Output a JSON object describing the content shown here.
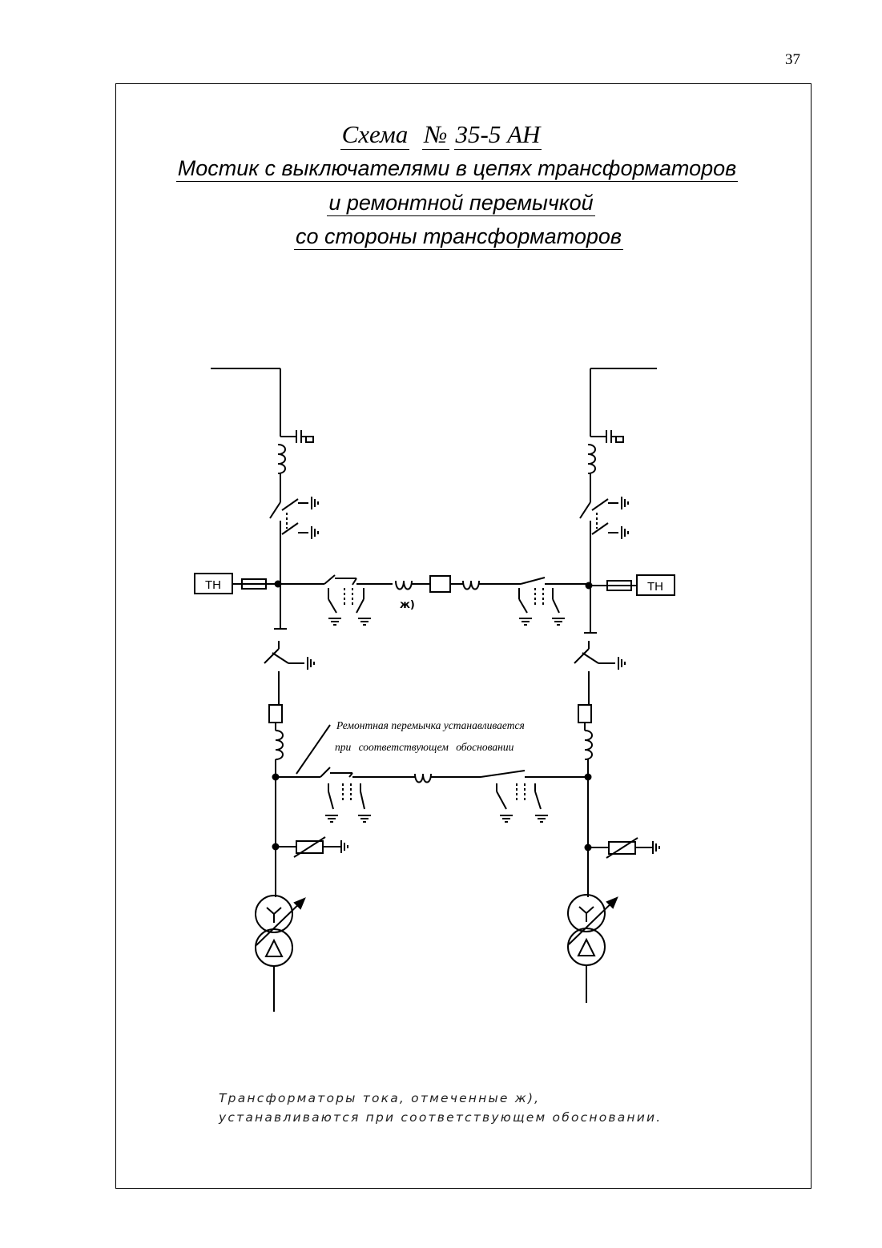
{
  "page": {
    "number": "37"
  },
  "title": {
    "scheme_word": "Схема",
    "number_sign": "№",
    "scheme_code": "35-5 АН",
    "line2": "Мостик с выключателями в цепях трансформаторов",
    "line3": "и ремонтной перемычкой",
    "line4": "со стороны трансформаторов"
  },
  "diagram": {
    "vt_label_left": "ТН",
    "vt_label_right": "ТН",
    "ct_mark": "ж)",
    "jumper_note_line1": "Ремонтная перемычка устанавливается",
    "jumper_note_line2": "при соответствующем обосновании"
  },
  "footnote": {
    "line1": "Трансформаторы тока, отмеченные ж),",
    "line2": "устанавливаются при соответствующем обосновании."
  }
}
